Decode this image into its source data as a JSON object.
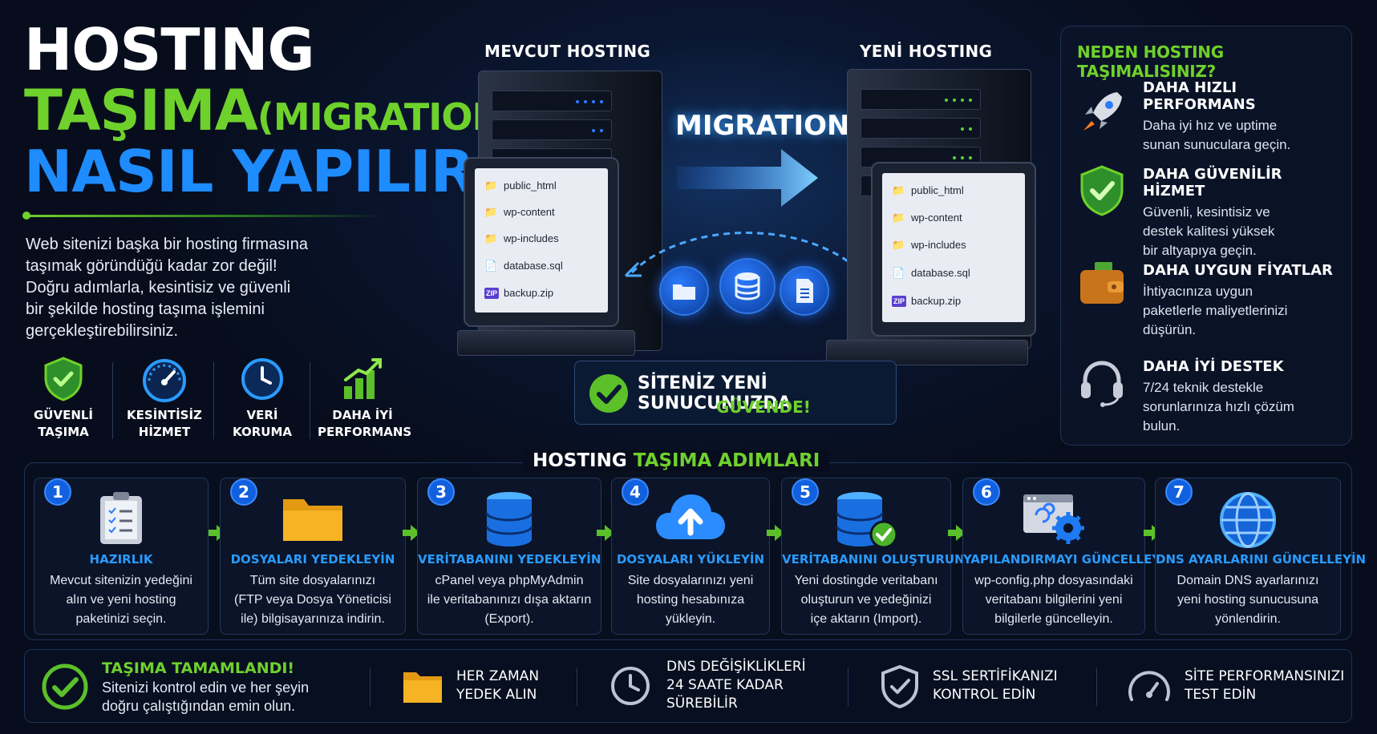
{
  "title": {
    "line1": "HOSTING",
    "line2_main": "TAŞIMA",
    "line2_sub": "(MIGRATION)",
    "line3": "NASIL YAPILIR?"
  },
  "intro_lines": [
    "Web sitenizi başka bir hosting firmasına",
    "taşımak göründüğü kadar zor değil!",
    "Doğru adımlarla, kesintisiz ve güvenli",
    "bir şekilde hosting taşıma işlemini",
    "gerçekleştirebilirsiniz."
  ],
  "features": [
    {
      "icon": "shield-check-icon",
      "line1": "GÜVENLİ",
      "line2": "TAŞIMA"
    },
    {
      "icon": "speedometer-icon",
      "line1": "KESİNTİSİZ",
      "line2": "HİZMET"
    },
    {
      "icon": "clock-icon",
      "line1": "VERİ",
      "line2": "KORUMA"
    },
    {
      "icon": "bar-chart-icon",
      "line1": "DAHA İYİ",
      "line2": "PERFORMANS"
    }
  ],
  "servers": {
    "old_label": "MEVCUT HOSTING",
    "new_label": "YENİ HOSTING",
    "migration_label": "MIGRATION",
    "files": [
      "public_html",
      "wp-content",
      "wp-includes",
      "database.sql",
      "backup.zip"
    ],
    "zip_tag": "ZIP"
  },
  "safe_banner": {
    "line1": "SİTENİZ YENİ SUNUCUNUZDA",
    "line2": "GÜVENDE!"
  },
  "why": {
    "header": "NEDEN HOSTING TAŞIMALISINIZ?",
    "items": [
      {
        "icon": "rocket-icon",
        "title": "DAHA HIZLI PERFORMANS",
        "lines": [
          "Daha iyi hız ve uptime",
          "sunan sunuculara geçin."
        ]
      },
      {
        "icon": "shield-check-icon",
        "title": "DAHA GÜVENİLİR HİZMET",
        "lines": [
          "Güvenli, kesintisiz ve",
          "destek kalitesi yüksek",
          "bir altyapıya geçin."
        ]
      },
      {
        "icon": "wallet-icon",
        "title": "DAHA UYGUN FİYATLAR",
        "lines": [
          "İhtiyacınıza uygun",
          "paketlerle maliyetlerinizi",
          "düşürün."
        ]
      },
      {
        "icon": "headset-icon",
        "title": "DAHA İYİ DESTEK",
        "lines": [
          "7/24 teknik destekle",
          "sorunlarınıza hızlı çözüm",
          "bulun."
        ]
      }
    ]
  },
  "steps": {
    "title_white": "HOSTING",
    "title_green": "TAŞIMA ADIMLARI",
    "items": [
      {
        "num": "1",
        "icon": "clipboard-icon",
        "title": "HAZIRLIK",
        "lines": [
          "Mevcut sitenizin yedeğini",
          "alın ve yeni hosting",
          "paketinizi seçin."
        ]
      },
      {
        "num": "2",
        "icon": "folder-icon",
        "title": "DOSYALARI YEDEKLEYİN",
        "lines": [
          "Tüm site dosyalarınızı",
          "(FTP veya Dosya Yöneticisi",
          "ile) bilgisayarınıza indirin."
        ]
      },
      {
        "num": "3",
        "icon": "database-icon",
        "title": "VERİTABANINI YEDEKLEYİN",
        "lines": [
          "cPanel veya phpMyAdmin",
          "ile veritabanınızı dışa aktarın",
          "(Export)."
        ]
      },
      {
        "num": "4",
        "icon": "cloud-upload-icon",
        "title": "DOSYALARI YÜKLEYİN",
        "lines": [
          "Site dosyalarınızı yeni",
          "hosting hesabınıza",
          "yükleyin."
        ]
      },
      {
        "num": "5",
        "icon": "database-check-icon",
        "title": "VERİTABANINI OLUŞTURUN",
        "lines": [
          "Yeni dostingde veritabanı",
          "oluşturun ve yedeğinizi",
          "içe aktarın (Import)."
        ]
      },
      {
        "num": "6",
        "icon": "config-gear-icon",
        "title": "YAPILANDIRMAYI GÜNCELLEYİN",
        "lines": [
          "wp-config.php dosyasındaki",
          "veritabanı bilgilerini yeni",
          "bilgilerle güncelleyin."
        ]
      },
      {
        "num": "7",
        "icon": "globe-icon",
        "title": "DNS AYARLARINI GÜNCELLEYİN",
        "lines": [
          "Domain DNS ayarlarınızı",
          "yeni hosting sunucusuna",
          "yönlendirin."
        ]
      }
    ]
  },
  "bottom": {
    "done_title": "TAŞIMA TAMAMLANDI!",
    "done_lines": [
      "Sitenizi kontrol edin ve her şeyin",
      "doğru çalıştığından emin olun."
    ],
    "tips": [
      {
        "icon": "folder-icon",
        "lines": [
          "HER ZAMAN",
          "YEDEK ALIN"
        ]
      },
      {
        "icon": "clock-icon",
        "lines": [
          "DNS DEĞİŞİKLİKLERİ",
          "24 SAATE KADAR",
          "SÜREBİLİR"
        ]
      },
      {
        "icon": "shield-check-icon",
        "lines": [
          "SSL SERTİFİKANIZI",
          "KONTROL EDİN"
        ]
      },
      {
        "icon": "speedometer-icon",
        "lines": [
          "SİTE PERFORMANSINIZI",
          "TEST EDİN"
        ]
      }
    ]
  },
  "colors": {
    "green": "#6fd12c",
    "blue": "#1e8cff",
    "bg": "#070d1c"
  }
}
